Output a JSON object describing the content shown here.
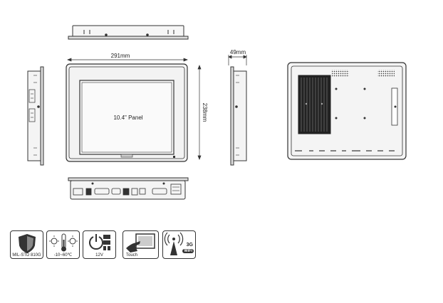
{
  "dimensions": {
    "width": "291mm",
    "height": "238mm",
    "depth": "49mm"
  },
  "panel_label": "10.4\" Panel",
  "features": [
    {
      "label": "MIL-STD 810G",
      "icon": "shield-icon"
    },
    {
      "label": "-10~60℃",
      "icon": "thermometer-icon"
    },
    {
      "label": "12V",
      "icon": "power-icon"
    },
    {
      "label": "Touch",
      "icon": "touch-icon"
    },
    {
      "label": "3G",
      "icon": "antenna-icon",
      "badge": "WiFi"
    }
  ]
}
